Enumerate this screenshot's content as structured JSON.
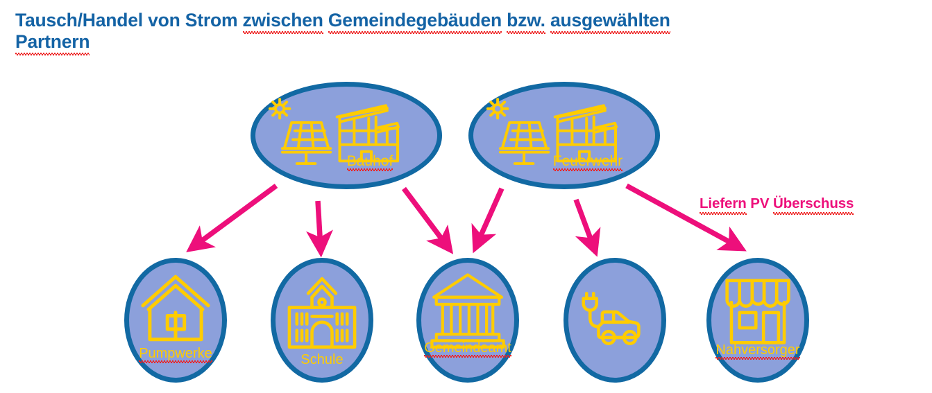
{
  "title": {
    "line1_a": "Tausch/Handel von Strom ",
    "line1_b": "zwischen",
    "line1_c": " ",
    "line1_d": "Gemeindegebäuden",
    "line1_e": " ",
    "line1_f": "bzw.",
    "line1_g": " ",
    "line1_h": "ausgewählten",
    "line2_a": "Partnern",
    "full": "Tausch/Handel von Strom zwischen Gemeindegebäuden bzw. ausgewählten Partnern"
  },
  "annotation": {
    "word1": "Liefern",
    "word2": " PV ",
    "word3": "Überschuss",
    "full": "Liefern PV Überschuss",
    "color": "#ED0F7B"
  },
  "colors": {
    "node_fill": "#8CA0DB",
    "node_border": "#1269A3",
    "icon": "#FFCC00",
    "title_text": "#1463A5",
    "arrow": "#ED0F7B",
    "spellcheck_underline": "#EE2222",
    "background": "#FFFFFF"
  },
  "sources": [
    {
      "id": "bauhof",
      "label": "Bauhof",
      "spellcheck": true,
      "icon": "solar-panel-and-building-icon",
      "shape": "ellipse"
    },
    {
      "id": "feuerwehr",
      "label": "Feuerwehr",
      "spellcheck": true,
      "icon": "solar-panel-and-building-icon",
      "shape": "ellipse"
    }
  ],
  "consumers": [
    {
      "id": "pumpwerke",
      "label": "Pumpwerke",
      "spellcheck": true,
      "icon": "pumping-station-house-icon",
      "shape": "ellipse"
    },
    {
      "id": "schule",
      "label": "Schule",
      "spellcheck": false,
      "icon": "school-building-icon",
      "shape": "ellipse"
    },
    {
      "id": "gemeindeamt",
      "label": "Gemeindeamt",
      "spellcheck": true,
      "icon": "town-hall-columns-icon",
      "shape": "ellipse"
    },
    {
      "id": "emobility",
      "label": "",
      "spellcheck": false,
      "icon": "electric-car-charging-icon",
      "shape": "ellipse"
    },
    {
      "id": "nahversorger",
      "label": "Nahversorger",
      "spellcheck": true,
      "icon": "shop-awning-icon",
      "shape": "ellipse"
    }
  ],
  "connections": [
    {
      "from": "bauhof",
      "to": "pumpwerke"
    },
    {
      "from": "bauhof",
      "to": "schule"
    },
    {
      "from": "bauhof",
      "to": "gemeindeamt"
    },
    {
      "from": "feuerwehr",
      "to": "gemeindeamt"
    },
    {
      "from": "feuerwehr",
      "to": "emobility"
    },
    {
      "from": "feuerwehr",
      "to": "nahversorger"
    }
  ]
}
